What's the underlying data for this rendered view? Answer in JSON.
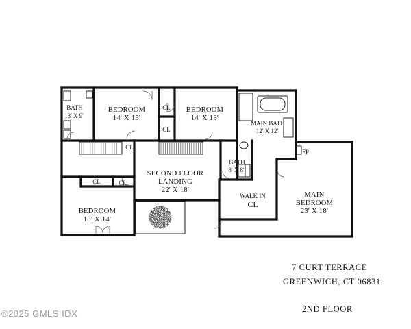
{
  "rooms": {
    "bath_left": {
      "name": "BATH",
      "dims": "13' X 9'"
    },
    "bedroom_1": {
      "name": "BEDROOM",
      "dims": "14' X 13'"
    },
    "bedroom_2": {
      "name": "BEDROOM",
      "dims": "14' X 13'"
    },
    "main_bath": {
      "name": "MAIN BATH",
      "dims": "12' X 12'"
    },
    "bath_small": {
      "name": "BATH",
      "dims": "8' X 8'"
    },
    "landing": {
      "name_line1": "SECOND FLOOR",
      "name_line2": "LANDING",
      "dims": "22' X 18'"
    },
    "walk_in": {
      "name": "WALK IN",
      "abbr": "CL"
    },
    "main_bedroom": {
      "name_line1": "MAIN",
      "name_line2": "BEDROOM",
      "dims": "23' X 18'"
    },
    "bedroom_3": {
      "name": "BEDROOM",
      "dims": "18' X 14'"
    }
  },
  "closets": {
    "label": "CL"
  },
  "fireplace": {
    "label": "FP"
  },
  "address": {
    "street": "7 CURT TERRACE",
    "city": "GREENWICH, CT 06831"
  },
  "floor_label": "2ND FLOOR",
  "watermark": "©2025 GMLS IDX"
}
